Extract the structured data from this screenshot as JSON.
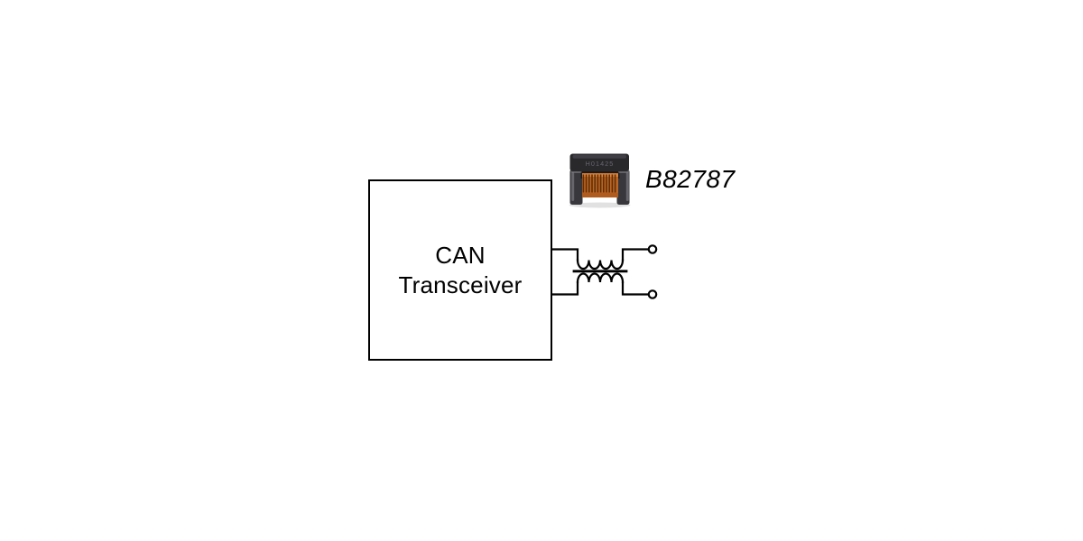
{
  "diagram": {
    "box": {
      "line1": "CAN",
      "line2": "Transceiver"
    },
    "part_label": "B82787",
    "component": {
      "marking": "H01425",
      "colors": {
        "core": "#29292c",
        "core_top": "#45454c",
        "marking_text": "#72727a",
        "terminal": "#38383c",
        "terminal_light": "#8b8b92",
        "backdrop": "#1c1c1e",
        "winding": "#bc6524",
        "winding_stripe": "#5f2f07",
        "winding_light": "#e59048",
        "winding_band": "#b05c1e",
        "shadow": "#c9c9c9"
      }
    },
    "schematic": {
      "line_color": "#000000",
      "terminal_fill": "#ffffff"
    }
  }
}
